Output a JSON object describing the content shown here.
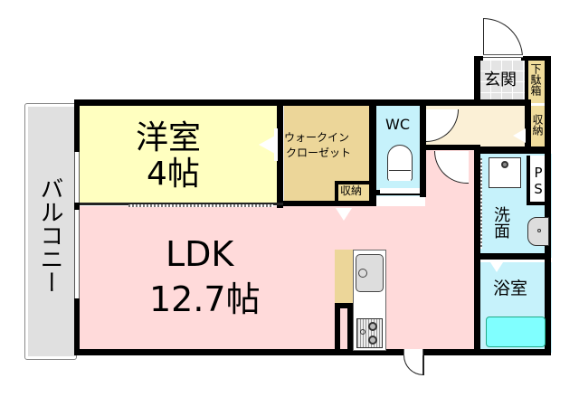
{
  "rooms": {
    "western_room": {
      "name": "洋室",
      "size": "4帖",
      "color": "#ffffc0"
    },
    "ldk": {
      "name": "LDK",
      "size": "12.7帖",
      "color": "#ffdada"
    },
    "walk_in_closet": {
      "name_line1": "ウォークイン",
      "name_line2": "クローゼット",
      "color": "#ecd699"
    },
    "wc": {
      "name": "WC",
      "color": "#c6f2fb"
    },
    "entrance": {
      "name": "玄関",
      "color": "#e4e4e4"
    },
    "shoe_box": {
      "name": "下駄箱",
      "color": "#f0dc9c"
    },
    "hall_storage": {
      "name": "収納",
      "color": "#f0dc9c"
    },
    "closet_storage": {
      "name": "収納",
      "color": "#f0dc9c"
    },
    "ps": {
      "name": "PS"
    },
    "washroom": {
      "name": "洗面",
      "color": "#c6f2fb"
    },
    "bathroom": {
      "name": "浴室",
      "color": "#c6f2fb"
    },
    "balcony": {
      "name": "バルコニー",
      "color": "#e0e0e0"
    },
    "hallway": {
      "color": "#fbf0d6"
    }
  },
  "fixtures": {
    "bathtub_color": "#80ffff",
    "kitchen_counter_color": "#ecd699"
  }
}
